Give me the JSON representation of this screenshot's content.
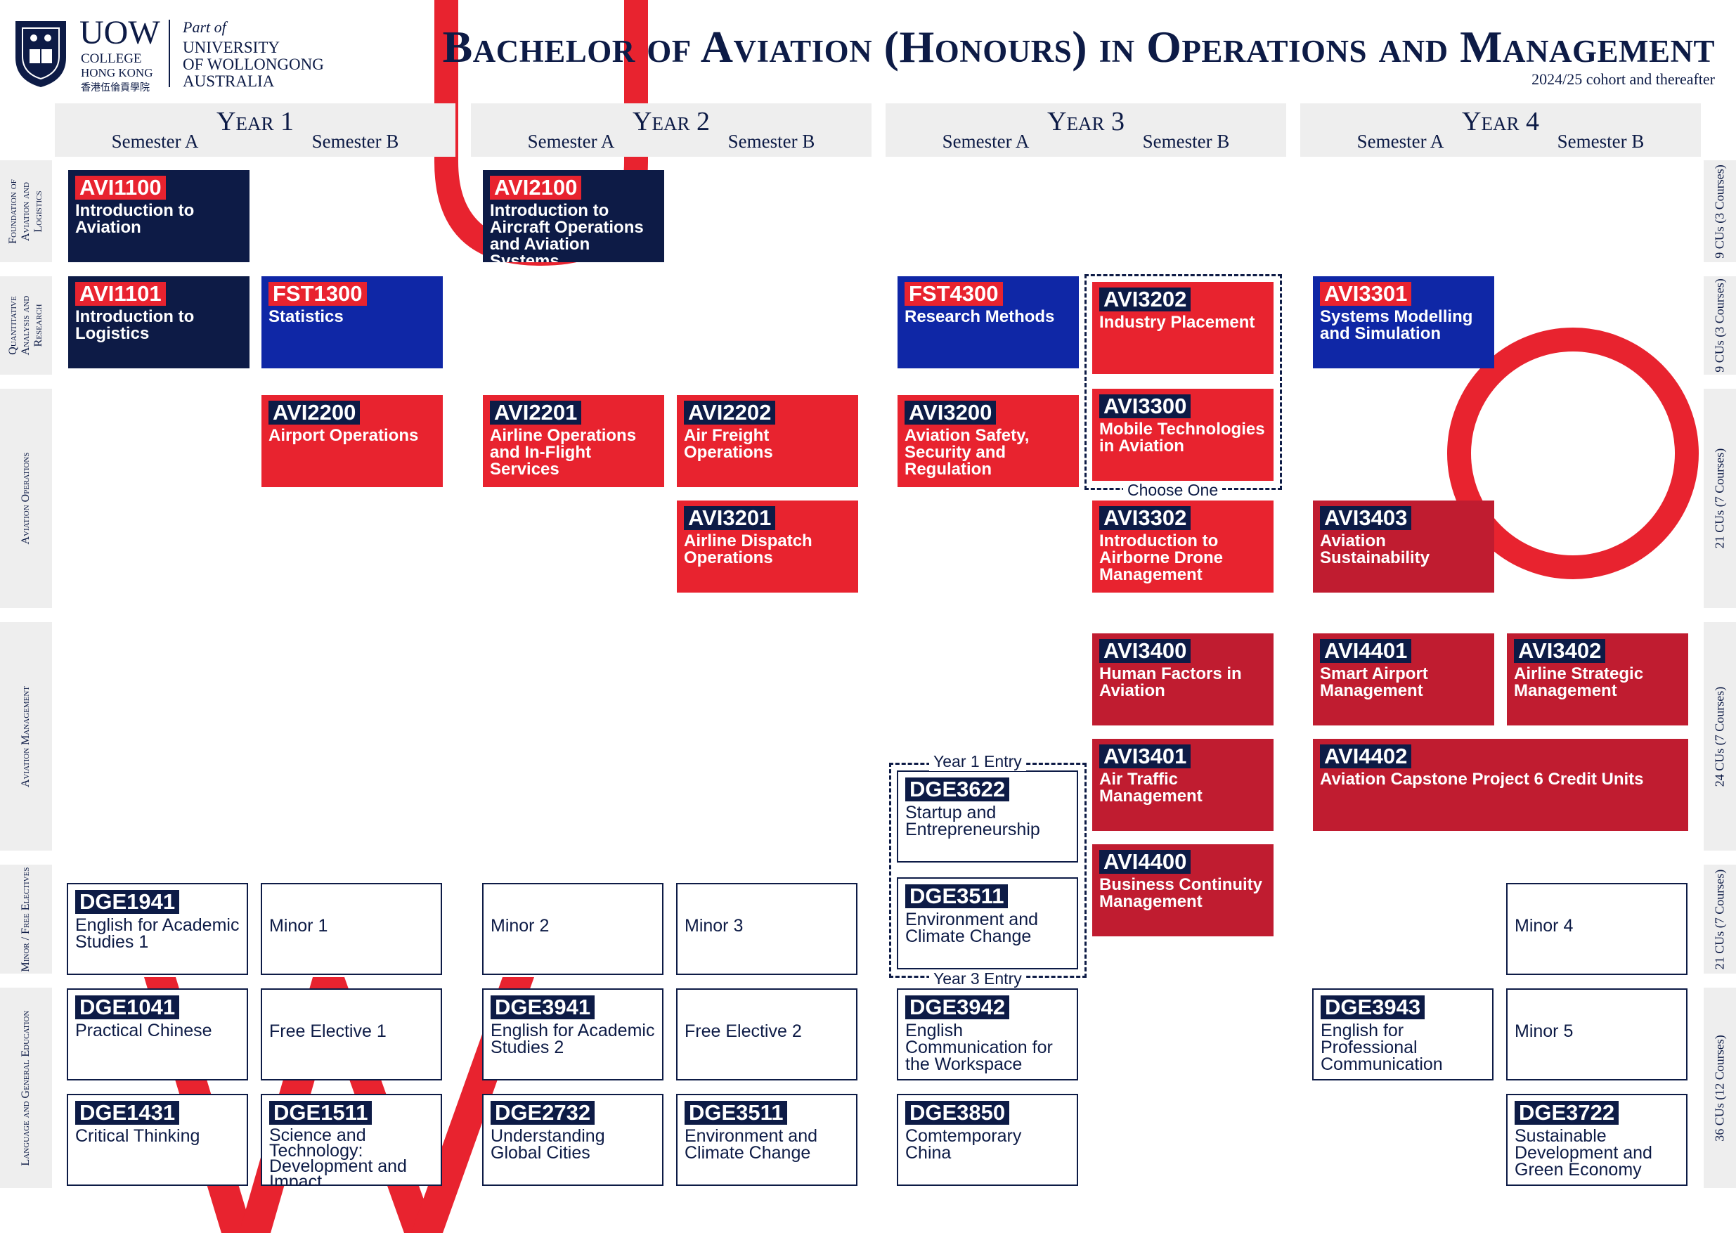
{
  "header": {
    "logo_uow": "UOW",
    "logo_college": "COLLEGE",
    "logo_hongkong": "HONG KONG",
    "logo_chinese": "香港伍倫貢學院",
    "part_of": "Part of",
    "university_lines": [
      "UNIVERSITY",
      "OF WOLLONGONG",
      "AUSTRALIA"
    ],
    "title": "Bachelor of Aviation (Honours) in Operations and Management",
    "subtitle": "2024/25 cohort and thereafter"
  },
  "years": [
    {
      "title": "Year 1",
      "sem_a": "Semester A",
      "sem_b": "Semester B"
    },
    {
      "title": "Year 2",
      "sem_a": "Semester A",
      "sem_b": "Semester B"
    },
    {
      "title": "Year 3",
      "sem_a": "Semester A",
      "sem_b": "Semester B"
    },
    {
      "title": "Year 4",
      "sem_a": "Semester A",
      "sem_b": "Semester B"
    }
  ],
  "row_labels": [
    "Foundation of Aviation and Logistics",
    "Quantitative Analysis and Research",
    "Aviation Operations",
    "Aviation Management",
    "Minor / Free Electives",
    "Language and General Education"
  ],
  "credit_labels": [
    "9 CUs (3 Courses)",
    "9 CUs (3 Courses)",
    "21 CUs (7 Courses)",
    "24 CUs (7 Courses)",
    "21 CUs (7 Courses)",
    "36 CUs (12 Courses)"
  ],
  "courses": [
    {
      "code": "AVI1100",
      "name": "Introduction to Aviation",
      "style": "navy"
    },
    {
      "code": "AVI2100",
      "name": "Introduction to Aircraft Operations and Aviation Systems",
      "style": "navy"
    },
    {
      "code": "AVI1101",
      "name": "Introduction to Logistics",
      "style": "navy"
    },
    {
      "code": "FST1300",
      "name": "Statistics",
      "style": "blue"
    },
    {
      "code": "FST4300",
      "name": "Research Methods",
      "style": "blue"
    },
    {
      "code": "AVI3202",
      "name": "Industry Placement",
      "style": "red"
    },
    {
      "code": "AVI3301",
      "name": "Systems Modelling and Simulation",
      "style": "blue"
    },
    {
      "code": "AVI2200",
      "name": "Airport Operations",
      "style": "red"
    },
    {
      "code": "AVI2201",
      "name": "Airline Operations and In-Flight Services",
      "style": "red"
    },
    {
      "code": "AVI2202",
      "name": "Air Freight Operations",
      "style": "red"
    },
    {
      "code": "AVI3200",
      "name": "Aviation Safety, Security and Regulation",
      "style": "red"
    },
    {
      "code": "AVI3300",
      "name": "Mobile Technologies in Aviation",
      "style": "red"
    },
    {
      "code": "AVI3201",
      "name": "Airline Dispatch Operations",
      "style": "red"
    },
    {
      "code": "AVI3302",
      "name": "Introduction to Airborne Drone Management",
      "style": "red"
    },
    {
      "code": "AVI3403",
      "name": "Aviation Sustainability",
      "style": "crimson"
    },
    {
      "code": "AVI3400",
      "name": "Human Factors in Aviation",
      "style": "crimson"
    },
    {
      "code": "AVI4401",
      "name": "Smart Airport Management",
      "style": "crimson"
    },
    {
      "code": "AVI3402",
      "name": "Airline Strategic Management",
      "style": "crimson"
    },
    {
      "code": "AVI3401",
      "name": "Air Traffic Management",
      "style": "crimson"
    },
    {
      "code": "AVI4402",
      "name": "Aviation Capstone Project 6 Credit Units",
      "style": "crimson"
    },
    {
      "code": "DGE3622",
      "name": "Startup and Entrepreneurship",
      "style": "outline"
    },
    {
      "code": "AVI4400",
      "name": "Business Continuity Management",
      "style": "crimson"
    },
    {
      "code": "DGE1941",
      "name": "English for Academic Studies 1",
      "style": "outline"
    },
    {
      "code": "",
      "name": "Minor 1",
      "style": "outline"
    },
    {
      "code": "",
      "name": "Minor 2",
      "style": "outline"
    },
    {
      "code": "",
      "name": "Minor 3",
      "style": "outline"
    },
    {
      "code": "DGE3511",
      "name": "Environment and Climate Change",
      "style": "outline"
    },
    {
      "code": "",
      "name": "Minor 4",
      "style": "outline"
    },
    {
      "code": "DGE1041",
      "name": "Practical Chinese",
      "style": "outline"
    },
    {
      "code": "",
      "name": "Free Elective 1",
      "style": "outline"
    },
    {
      "code": "DGE3941",
      "name": "English for Academic Studies 2",
      "style": "outline"
    },
    {
      "code": "",
      "name": "Free Elective 2",
      "style": "outline"
    },
    {
      "code": "DGE3942",
      "name": "English Communication for the Workspace",
      "style": "outline"
    },
    {
      "code": "DGE3943",
      "name": "English for Professional Communication",
      "style": "outline"
    },
    {
      "code": "",
      "name": "Minor 5",
      "style": "outline"
    },
    {
      "code": "DGE1431",
      "name": "Critical Thinking",
      "style": "outline"
    },
    {
      "code": "DGE1511",
      "name": "Science and Technology: Development and Impact",
      "style": "outline"
    },
    {
      "code": "DGE2732",
      "name": "Understanding Global Cities",
      "style": "outline"
    },
    {
      "code": "DGE3511",
      "name": "Environment and Climate Change",
      "style": "outline"
    },
    {
      "code": "DGE3850",
      "name": "Comtemporary China",
      "style": "outline"
    },
    {
      "code": "DGE3722",
      "name": "Sustainable Development and Green Economy",
      "style": "outline"
    }
  ],
  "notes": {
    "choose_one": "Choose One",
    "year1_entry": "Year 1 Entry",
    "year3_entry": "Year 3 Entry"
  },
  "colors": {
    "navy": "#0d1b46",
    "blue": "#0f27a6",
    "red": "#e8232f",
    "crimson": "#c01c30",
    "panel": "#eeeeee"
  }
}
